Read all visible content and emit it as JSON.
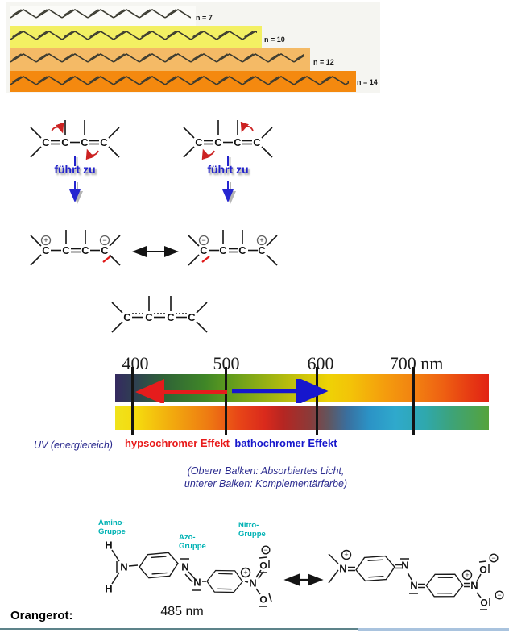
{
  "polyenes": {
    "panel_bg": "#f5f5f1",
    "bars": [
      {
        "label": "n = 7",
        "bg": "#fbfbf8"
      },
      {
        "label": "n = 10",
        "bg": "#f3f063"
      },
      {
        "label": "n = 12",
        "bg": "#f4ba66"
      },
      {
        "label": "n = 14",
        "bg": "#f4890f"
      }
    ]
  },
  "atoms": {
    "c": "C",
    "n": "N",
    "h": "H",
    "o": "O"
  },
  "charges": {
    "plus": "+",
    "minus": "−"
  },
  "mechanism": {
    "leads_to": "führt zu"
  },
  "spectrum": {
    "ticks": [
      "400",
      "500",
      "600",
      "700 nm"
    ],
    "hypso": "hypsochromer Effekt",
    "batho": "bathochromer Effekt",
    "uv": "UV (energiereich)",
    "caption1": "(Oberer Balken: Absorbiertes Licht,",
    "caption2": "unterer Balken: Komplementärfarbe)",
    "hypso_color": "#e81a1a",
    "batho_color": "#1717cc"
  },
  "azo": {
    "accent": "#00b2b4",
    "amino1": "Amino-",
    "amino2": "Gruppe",
    "azo1": "Azo-",
    "azo2": "Gruppe",
    "nitro1": "Nitro-",
    "nitro2": "Gruppe",
    "wavelength": "485 nm"
  },
  "footer": {
    "label": "Orangerot:"
  }
}
